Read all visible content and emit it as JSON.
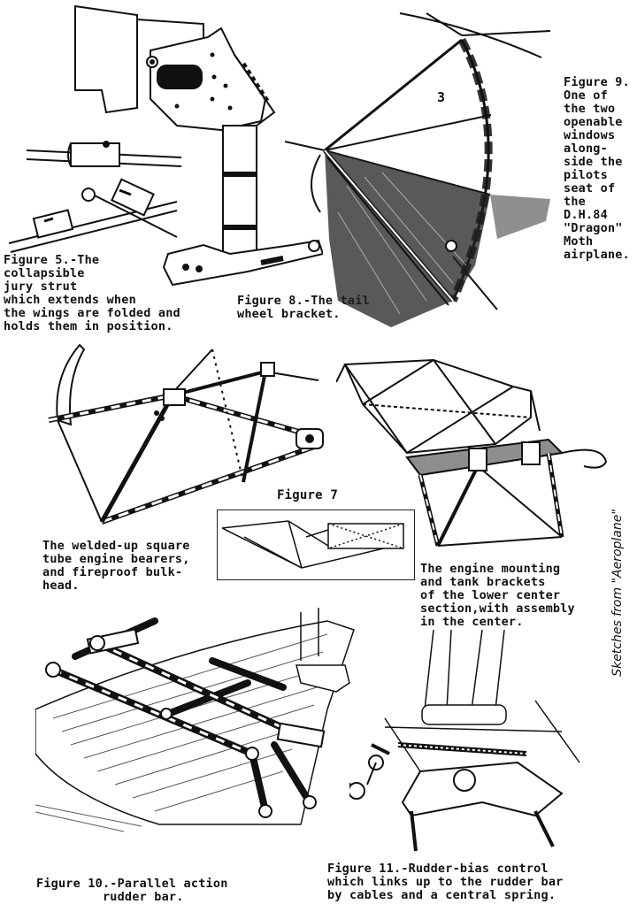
{
  "figures": {
    "fig5": {
      "caption": "Figure 5.-The\ncollapsible\njury strut\nwhich extends when\nthe wings are folded and\nholds them in position."
    },
    "fig8": {
      "caption": "Figure 8.-The tail\nwheel bracket."
    },
    "fig9": {
      "caption": "Figure 9.\nOne of\nthe two\nopenable\nwindows\nalong-\nside the\npilots\nseat of\nthe\nD.H.84\n\"Dragon\"\nMoth\nairplane.",
      "window_number": "3"
    },
    "fig7": {
      "title": "Figure 7",
      "left_caption": "The welded-up square\ntube engine bearers,\nand fireproof bulk-\nhead.",
      "right_caption": "The engine mounting\nand tank brackets\nof the lower center\nsection,with assembly\nin the center."
    },
    "fig10": {
      "caption": "Figure 10.-Parallel action\n         rudder bar."
    },
    "fig11": {
      "caption": "Figure 11.-Rudder-bias control\nwhich links up to the rudder bar\nby cables and a central spring."
    }
  },
  "credit": "Sketches from \"Aeroplane\""
}
